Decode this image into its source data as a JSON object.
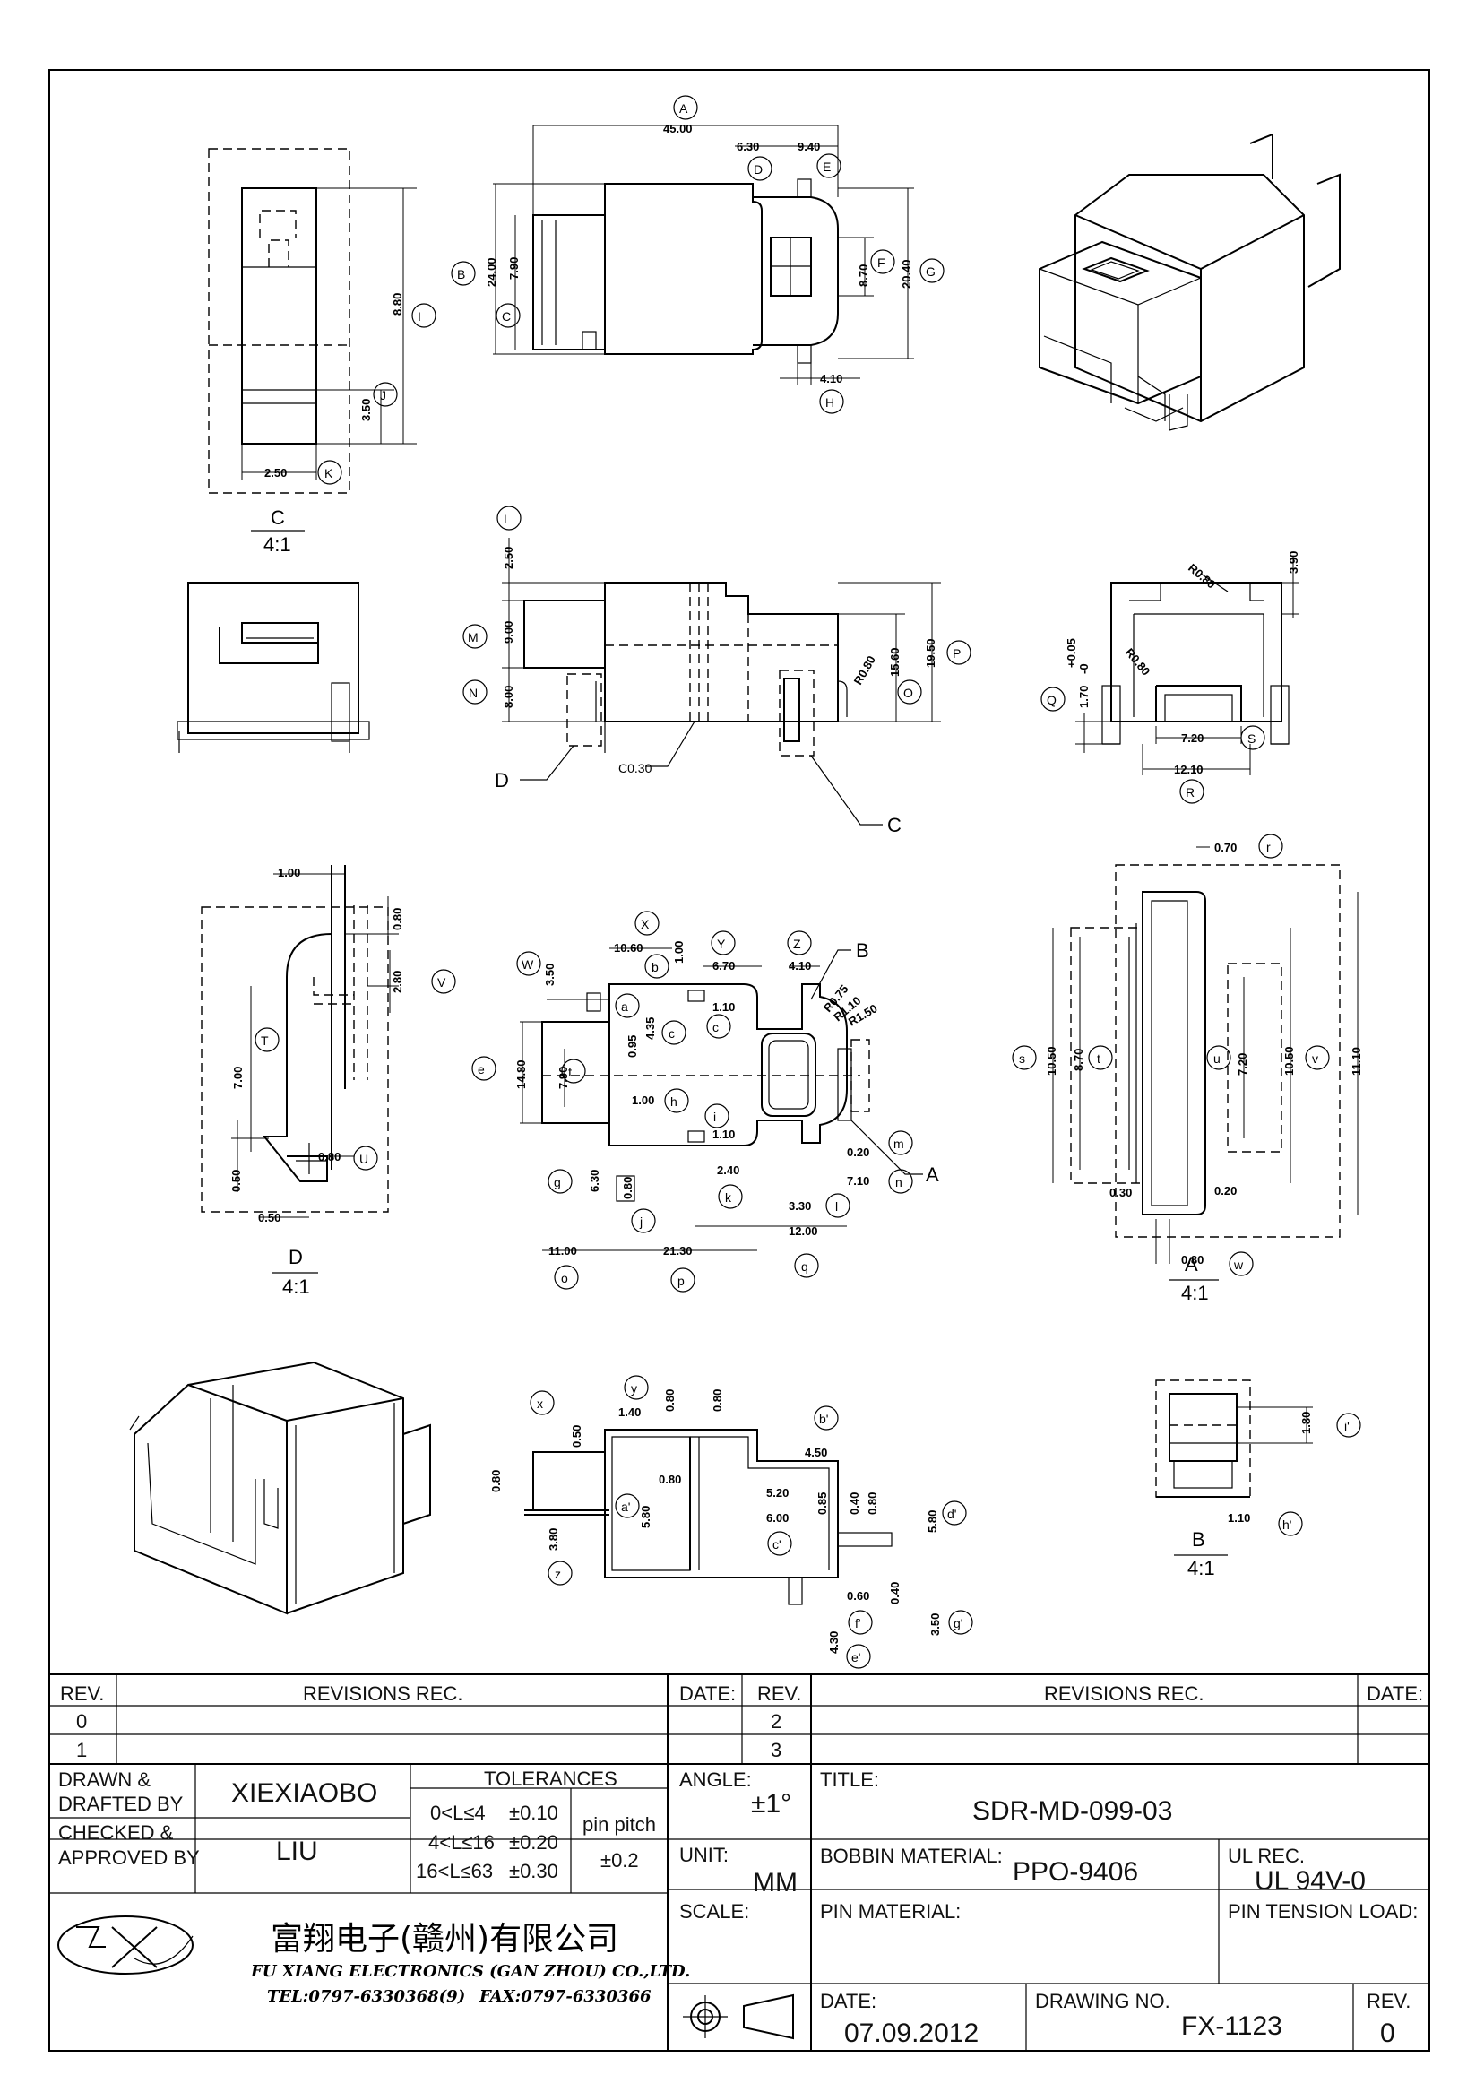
{
  "title_block": {
    "rev_header": "REV.",
    "revisions_header": "REVISIONS   REC.",
    "date_header": "DATE:",
    "rev_rows_left": [
      "0",
      "1"
    ],
    "rev_rows_right": [
      "2",
      "3"
    ],
    "drawn_label_1": "DRAWN  &",
    "drawn_label_2": "DRAFTED BY",
    "drawn_by": "XIEXIAOBO",
    "checked_label_1": "CHECKED &",
    "checked_label_2": "APPROVED BY",
    "checked_by": "LIU",
    "tolerances_header": "TOLERANCES",
    "tol_rows": [
      {
        "range": "0<L≤4",
        "value": "±0.10"
      },
      {
        "range": "4<L≤16",
        "value": "±0.20"
      },
      {
        "range": "16<L≤63",
        "value": "±0.30"
      }
    ],
    "pin_pitch_label": "pin pitch",
    "pin_pitch_value": "±0.2",
    "angle_label": "ANGLE:",
    "angle_value": "±1°",
    "unit_label": "UNIT:",
    "unit_value": "MM",
    "scale_label": "SCALE:",
    "title_label": "TITLE:",
    "title_value": "SDR-MD-099-03",
    "bobbin_label": "BOBBIN MATERIAL:",
    "bobbin_value": "PPO-9406",
    "ul_label": "UL REC.",
    "ul_value": "UL 94V-0",
    "pin_material_label": "PIN MATERIAL:",
    "pin_tension_label": "PIN TENSION LOAD:",
    "company_cn": "富翔电子(赣州)有限公司",
    "company_en": "FU XIANG ELECTRONICS (GAN ZHOU) CO.,LTD.",
    "tel": "TEL:0797-6330368(9)",
    "fax": "FAX:0797-6330366",
    "date_label": "DATE:",
    "date_value": "07.09.2012",
    "drawing_no_label": "DRAWING NO.",
    "drawing_no_value": "FX-1123",
    "rev_label": "REV.",
    "rev_value": "0"
  },
  "views": {
    "view_c": {
      "name": "C",
      "scale": "4:1"
    },
    "view_d": {
      "name": "D",
      "scale": "4:1"
    },
    "view_a": {
      "name": "A",
      "scale": "4:1"
    },
    "view_b": {
      "name": "B",
      "scale": "4:1"
    }
  },
  "callouts": {
    "section_d": "D",
    "section_c": "C",
    "section_a": "A",
    "section_b": "B",
    "chamfer": "C0.30"
  },
  "dimensions": {
    "top_view": [
      {
        "tag": "A",
        "value": "45.00"
      },
      {
        "tag": "D",
        "value": "6.30"
      },
      {
        "tag": "E",
        "value": "9.40"
      },
      {
        "tag": "B",
        "value": "24.00"
      },
      {
        "tag": "C",
        "value": "7.90"
      },
      {
        "tag": "F",
        "value": "8.70"
      },
      {
        "tag": "G",
        "value": "20.40"
      },
      {
        "tag": "H",
        "value": "4.10"
      }
    ],
    "view_c": [
      {
        "tag": "I",
        "value": "8.80"
      },
      {
        "tag": "J",
        "value": "3.50"
      },
      {
        "tag": "K",
        "value": "2.50"
      }
    ],
    "front_view": [
      {
        "tag": "L",
        "value": "2.50"
      },
      {
        "tag": "M",
        "value": "9.00"
      },
      {
        "tag": "N",
        "value": "8.00"
      },
      {
        "tag": "O",
        "value": "15.60"
      },
      {
        "tag": "P",
        "value": "19.50"
      },
      {
        "tag": "",
        "value": "R0.80"
      }
    ],
    "side_view": [
      {
        "tag": "",
        "value": "R0.80"
      },
      {
        "tag": "",
        "value": "R0.80"
      },
      {
        "tag": "",
        "value": "3.90"
      },
      {
        "tag": "Q",
        "value": "1.70"
      },
      {
        "tag": "",
        "value": "+0.05"
      },
      {
        "tag": "",
        "value": "-0"
      },
      {
        "tag": "S",
        "value": "7.20"
      },
      {
        "tag": "R",
        "value": "12.10"
      }
    ],
    "view_d": [
      {
        "tag": "",
        "value": "1.00"
      },
      {
        "tag": "",
        "value": "0.80"
      },
      {
        "tag": "V",
        "value": "2.80"
      },
      {
        "tag": "T",
        "value": "7.00"
      },
      {
        "tag": "U",
        "value": "0.80"
      },
      {
        "tag": "",
        "value": "0.50"
      },
      {
        "tag": "",
        "value": "0.50"
      }
    ],
    "bottom_view": [
      {
        "tag": "W",
        "value": "3.50"
      },
      {
        "tag": "X",
        "value": "10.60"
      },
      {
        "tag": "b",
        "value": "1.00"
      },
      {
        "tag": "Y",
        "value": "6.70"
      },
      {
        "tag": "Z",
        "value": "4.10"
      },
      {
        "tag": "",
        "value": "R0.75"
      },
      {
        "tag": "",
        "value": "R1.10"
      },
      {
        "tag": "",
        "value": "R1.50"
      },
      {
        "tag": "a",
        "value": "1.10"
      },
      {
        "tag": "c",
        "value": "4.35"
      },
      {
        "tag": "",
        "value": "0.95"
      },
      {
        "tag": "e",
        "value": "14.80"
      },
      {
        "tag": "f",
        "value": "7.90"
      },
      {
        "tag": "h",
        "value": "1.00"
      },
      {
        "tag": "i",
        "value": "1.10"
      },
      {
        "tag": "m",
        "value": "0.20"
      },
      {
        "tag": "g",
        "value": "6.30"
      },
      {
        "tag": "n",
        "value": "7.10"
      },
      {
        "tag": "k",
        "value": "2.40"
      },
      {
        "tag": "l",
        "value": "3.30"
      },
      {
        "tag": "",
        "value": "12.00"
      },
      {
        "tag": "o",
        "value": "11.00"
      },
      {
        "tag": "p",
        "value": "21.30"
      },
      {
        "tag": "j",
        "value": "0.80"
      }
    ],
    "view_a": [
      {
        "tag": "r",
        "value": "0.70"
      },
      {
        "tag": "s",
        "value": "10.50"
      },
      {
        "tag": "t",
        "value": "8.70"
      },
      {
        "tag": "u",
        "value": "7.20"
      },
      {
        "tag": "v",
        "value": "10.50"
      },
      {
        "tag": "",
        "value": "11.10"
      },
      {
        "tag": "",
        "value": "0.30"
      },
      {
        "tag": "",
        "value": "0.20"
      },
      {
        "tag": "w",
        "value": "0.80"
      }
    ],
    "section_view": [
      {
        "tag": "x",
        "value": "0.50"
      },
      {
        "tag": "y",
        "value": "1.40"
      },
      {
        "tag": "",
        "value": "0.80"
      },
      {
        "tag": "",
        "value": "0.80"
      },
      {
        "tag": "b'",
        "value": "4.50"
      },
      {
        "tag": "",
        "value": "0.80"
      },
      {
        "tag": "a'",
        "value": "5.80"
      },
      {
        "tag": "",
        "value": "0.80"
      },
      {
        "tag": "",
        "value": "5.20"
      },
      {
        "tag": "",
        "value": "6.00"
      },
      {
        "tag": "c'",
        "value": "0.85"
      },
      {
        "tag": "",
        "value": "0.40"
      },
      {
        "tag": "",
        "value": "0.80"
      },
      {
        "tag": "d'",
        "value": "5.80"
      },
      {
        "tag": "z",
        "value": "3.80"
      },
      {
        "tag": "f'",
        "value": "0.60"
      },
      {
        "tag": "",
        "value": "0.40"
      },
      {
        "tag": "g'",
        "value": "3.50"
      },
      {
        "tag": "e'",
        "value": "4.30"
      }
    ],
    "view_b": [
      {
        "tag": "i'",
        "value": "1.80"
      },
      {
        "tag": "h'",
        "value": "1.10"
      }
    ]
  }
}
